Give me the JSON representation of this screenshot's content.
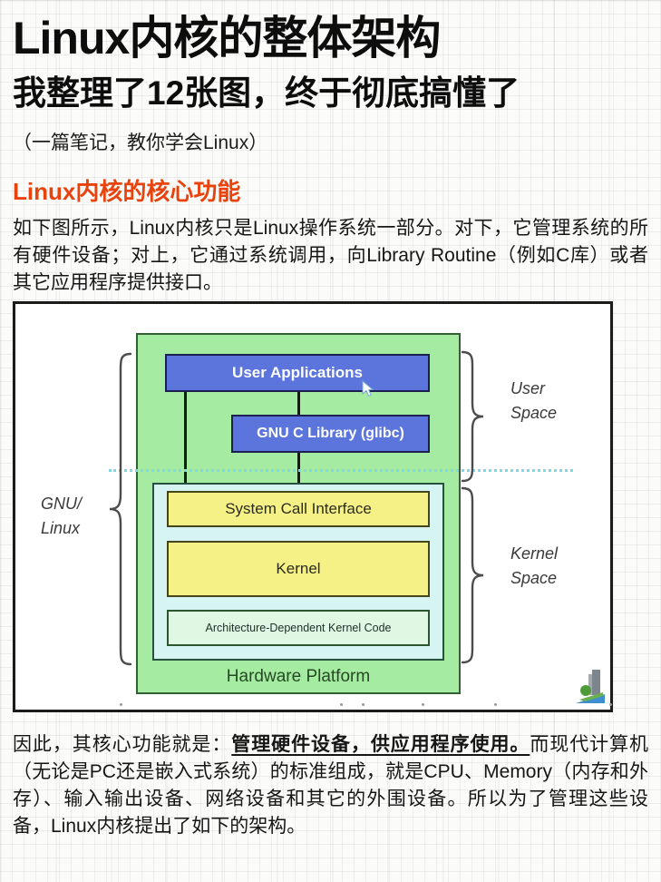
{
  "header": {
    "title": "Linux内核的整体架构",
    "subtitle": "我整理了12张图，终于彻底搞懂了",
    "note": "（一篇笔记，教你学会Linux）"
  },
  "section": {
    "heading": "Linux内核的核心功能",
    "intro": "如下图所示，Linux内核只是Linux操作系统一部分。对下，它管理系统的所有硬件设备；对上，它通过系统调用，向Library Routine（例如C库）或者其它应用程序提供接口。",
    "conclusion_prefix": "因此，其核心功能就是：",
    "conclusion_highlight": "管理硬件设备，供应用程序使用。",
    "conclusion_suffix": "而现代计算机（无论是PC还是嵌入式系统）的标准组成，就是CPU、Memory（内存和外存）、输入输出设备、网络设备和其它的外围设备。所以为了管理这些设备，Linux内核提出了如下的架构。"
  },
  "diagram": {
    "user_applications": "User Applications",
    "gnu_c_library": "GNU C Library (glibc)",
    "system_call_interface": "System Call Interface",
    "kernel": "Kernel",
    "arch_code": "Architecture-Dependent Kernel Code",
    "hardware_platform": "Hardware Platform",
    "label_gnu_line1": "GNU/",
    "label_gnu_line2": "Linux",
    "label_user_line1": "User",
    "label_user_line2": "Space",
    "label_kernel_line1": "Kernel",
    "label_kernel_line2": "Space",
    "colors": {
      "accent": "#e8420d",
      "user_space_green": "#a6eba2",
      "app_blue": "#5b75dc",
      "kernel_yellow": "#f6f187",
      "kernel_panel_cyan": "#d6f4f1",
      "arch_pale_green": "#dff7e3",
      "boundary_dashed_cyan": "#7ed8e6"
    }
  }
}
